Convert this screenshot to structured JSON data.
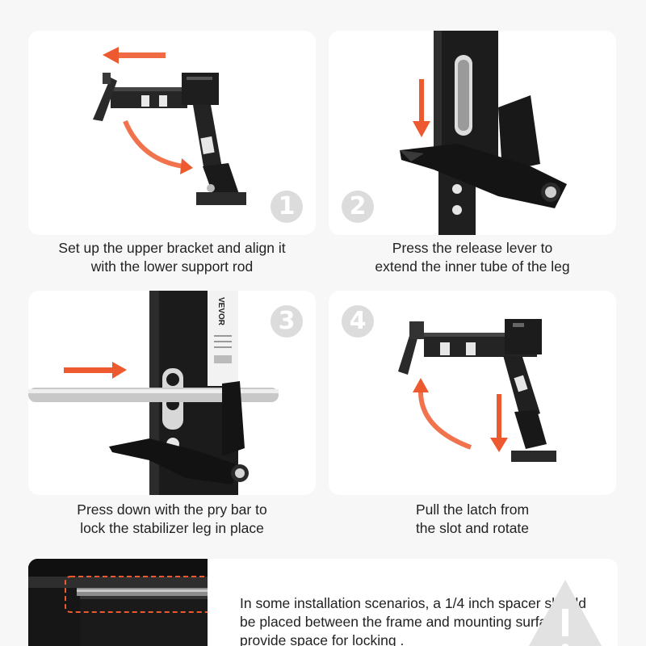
{
  "steps": [
    {
      "number": "1",
      "caption_line1": "Set up the upper bracket and align it",
      "caption_line2": "with the lower support rod"
    },
    {
      "number": "2",
      "caption_line1": "Press the release lever to",
      "caption_line2": "extend the inner tube of the leg"
    },
    {
      "number": "3",
      "caption_line1": "Press down with the pry bar to",
      "caption_line2": "lock the stabilizer leg in place"
    },
    {
      "number": "4",
      "caption_line1": "Pull the latch from",
      "caption_line2": "the slot and rotate"
    }
  ],
  "brand": "VEVOR",
  "note": {
    "line1": "In some installation scenarios, a 1/4 inch spacer should",
    "line2": "be placed between the frame and mounting surface to",
    "line3": "provide space for locking ."
  },
  "colors": {
    "arrow": "#ee5a2f",
    "metal": "#1c1c1c",
    "badge": "#dcdcdc",
    "panel": "#ffffff",
    "background": "#f7f7f7"
  },
  "icons": {
    "direction": "arrow-icon",
    "warning": "warning-triangle-icon"
  }
}
